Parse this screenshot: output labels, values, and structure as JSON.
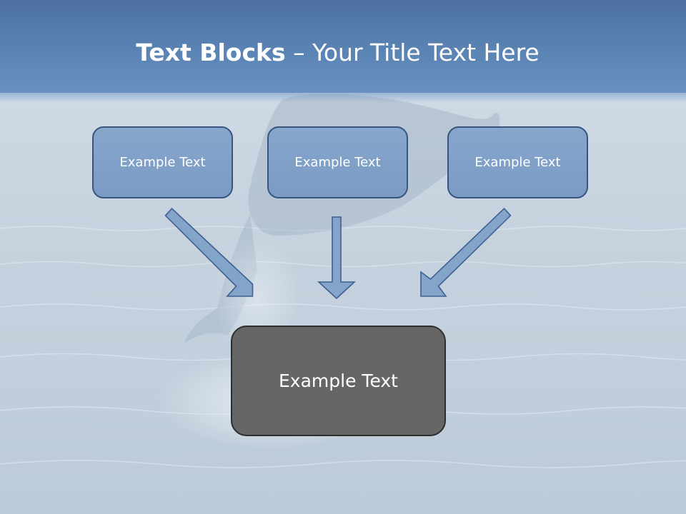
{
  "title": {
    "bold": "Text Blocks",
    "dash": " – ",
    "rest": "Your Title Text Here"
  },
  "boxes": {
    "left": "Example Text",
    "center": "Example Text",
    "right": "Example Text",
    "bottom": "Example Text"
  },
  "colors": {
    "title_band": "#5a84b4",
    "top_box_fill": "#7f9fc8",
    "top_box_border": "#36567f",
    "bottom_box_fill": "#666666",
    "arrow_fill": "#7f9fc8",
    "arrow_border": "#3e6090"
  }
}
